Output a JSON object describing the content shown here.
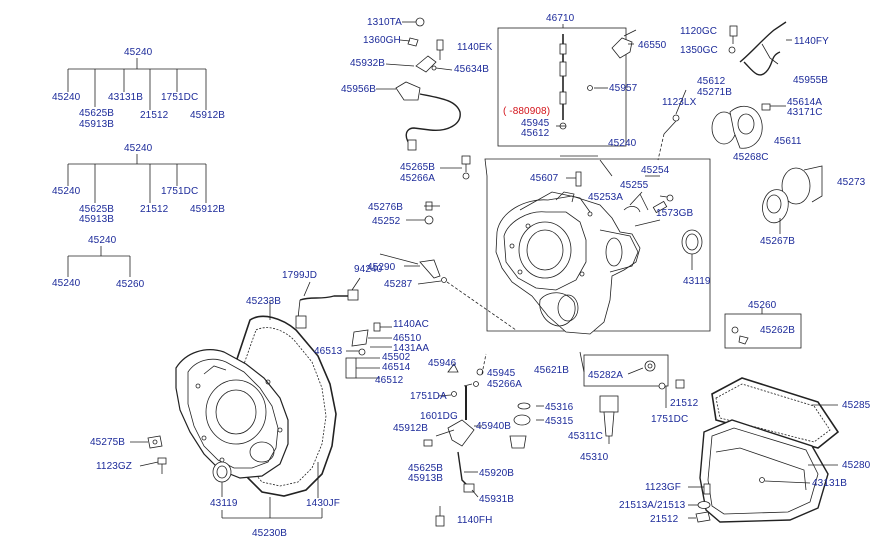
{
  "colors": {
    "label": "#1d2b9a",
    "note": "#d3131a",
    "line": "#222222"
  },
  "tree1": {
    "root": "45240",
    "children": [
      "45240",
      "45625B",
      "43131B",
      "21512",
      "1751DC",
      "45912B"
    ],
    "child2b": "45913B"
  },
  "tree2": {
    "root": "45240",
    "children": [
      "45240",
      "45625B",
      "21512",
      "1751DC",
      "45912B"
    ],
    "child2b": "45913B"
  },
  "tree3": {
    "root": "45240",
    "children": [
      "45240",
      "45260"
    ]
  },
  "box46710": {
    "title": "46710",
    "note": "( -880908)",
    "p1": "45945",
    "p2": "45612"
  },
  "parts": {
    "p1310TA": "1310TA",
    "p1360GH": "1360GH",
    "p1140EK": "1140EK",
    "p45932B": "45932B",
    "p45634B": "45634B",
    "p45956B": "45956B",
    "p46550": "46550",
    "p45957": "45957",
    "p1120GC": "1120GC",
    "p1140FY": "1140FY",
    "p1350GC": "1350GC",
    "p45955B": "45955B",
    "p45612": "45612",
    "p45271B": "45271B",
    "p1123LX": "1123LX",
    "p45614A": "45614A",
    "p43171C": "43171C",
    "p45268C": "45268C",
    "p45611": "45611",
    "p45273": "45273",
    "p45267B": "45267B",
    "p45265B": "45265B",
    "p45266A": "45266A",
    "p45276B": "45276B",
    "p45252": "45252",
    "p45290": "45290",
    "p45287": "45287",
    "p45240main": "45240",
    "p45607": "45607",
    "p45254": "45254",
    "p45255": "45255",
    "p45253A": "45253A",
    "p1573GB": "1573GB",
    "p43119r": "43119",
    "p45260": "45260",
    "p45262B": "45262B",
    "p1799JD": "1799JD",
    "p94240": "94240",
    "p45233B": "45233B",
    "p1140AC": "1140AC",
    "p46510": "46510",
    "p1431AA": "1431AA",
    "p46513": "46513",
    "p45502": "45502",
    "p46514": "46514",
    "p46512": "46512",
    "p45946": "45946",
    "p45945b": "45945",
    "p45266A2": "45266A",
    "p1751DA": "1751DA",
    "p45621B": "45621B",
    "p45282A": "45282A",
    "p45316": "45316",
    "p45315": "45315",
    "p45311C": "45311C",
    "p45310": "45310",
    "p21512b": "21512",
    "p1751DC": "1751DC",
    "p1601DG": "1601DG",
    "p45912B": "45912B",
    "p45940B": "45940B",
    "p45625B": "45625B",
    "p45913B": "45913B",
    "p45920B": "45920B",
    "p45931B": "45931B",
    "p1140FH": "1140FH",
    "p45275B": "45275B",
    "p1123GZ": "1123GZ",
    "p43119": "43119",
    "p45230B": "45230B",
    "p1430JF": "1430JF",
    "p45285": "45285",
    "p45280": "45280",
    "p43131B": "43131B",
    "p1123GF": "1123GF",
    "p21513": "21513A/21513",
    "p21512": "21512"
  }
}
